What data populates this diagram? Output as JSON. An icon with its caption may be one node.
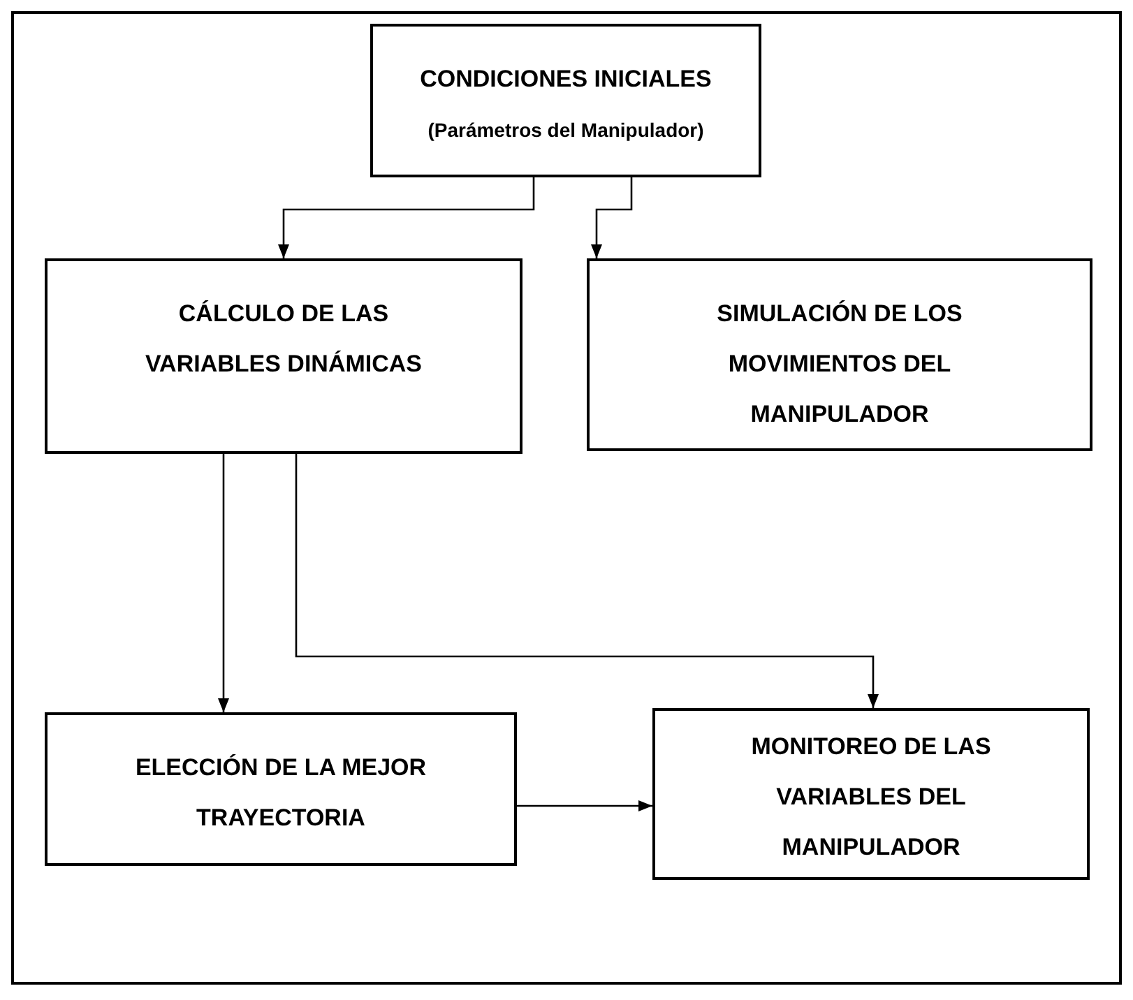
{
  "diagram": {
    "nodes": [
      {
        "text": [
          "CONDICIONES INICIALES",
          "(Parámetros del Manipulador)"
        ]
      },
      {
        "text": [
          "CÁLCULO DE LAS VARIABLES DINÁMICAS"
        ]
      },
      {
        "text": [
          "SIMULACIÓN DE LOS MOVIMIENTOS DEL MANIPULADOR"
        ]
      },
      {
        "text": [
          "ELECCIÓN DE LA MEJOR TRAYECTORIA"
        ]
      },
      {
        "text": [
          "MONITOREO DE LAS VARIABLES DEL MANIPULADOR"
        ]
      }
    ],
    "edges": [
      {
        "from": 0,
        "to": 1,
        "arrow": "to"
      },
      {
        "from": 0,
        "to": 2,
        "arrow": "to"
      },
      {
        "from": 1,
        "to": 3,
        "arrow": "to"
      },
      {
        "from": 1,
        "to": 4,
        "arrow": "to"
      },
      {
        "from": 3,
        "to": 4,
        "arrow": "to"
      }
    ]
  }
}
